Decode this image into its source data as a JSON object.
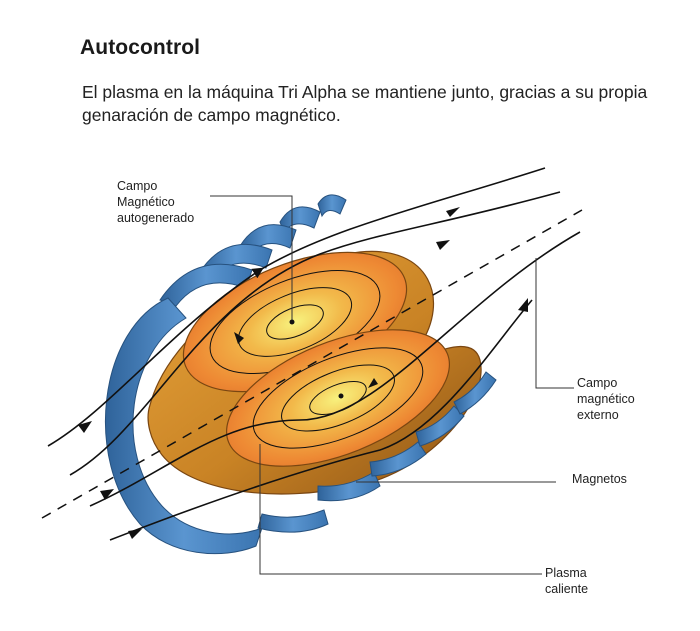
{
  "header": {
    "title": "Autocontrol",
    "subtitle": "El plasma en la máquina Tri Alpha se mantiene junto, gracias a su propia genaración de campo magnético."
  },
  "labels": {
    "campo_autogenerado": [
      "Campo",
      "Magnético",
      "autogenerado"
    ],
    "campo_externo": [
      "Campo",
      "magnético",
      "externo"
    ],
    "magnetos": [
      "Magnetos"
    ],
    "plasma_caliente": [
      "Plasma",
      "caliente"
    ]
  },
  "colors": {
    "magnet_blue": "#4a86c5",
    "magnet_dark": "#2e5f94",
    "plasma_outer": "#c9842a",
    "plasma_ring": "#e8732a",
    "plasma_core": "#f4ef7a",
    "field_line": "#111111"
  }
}
